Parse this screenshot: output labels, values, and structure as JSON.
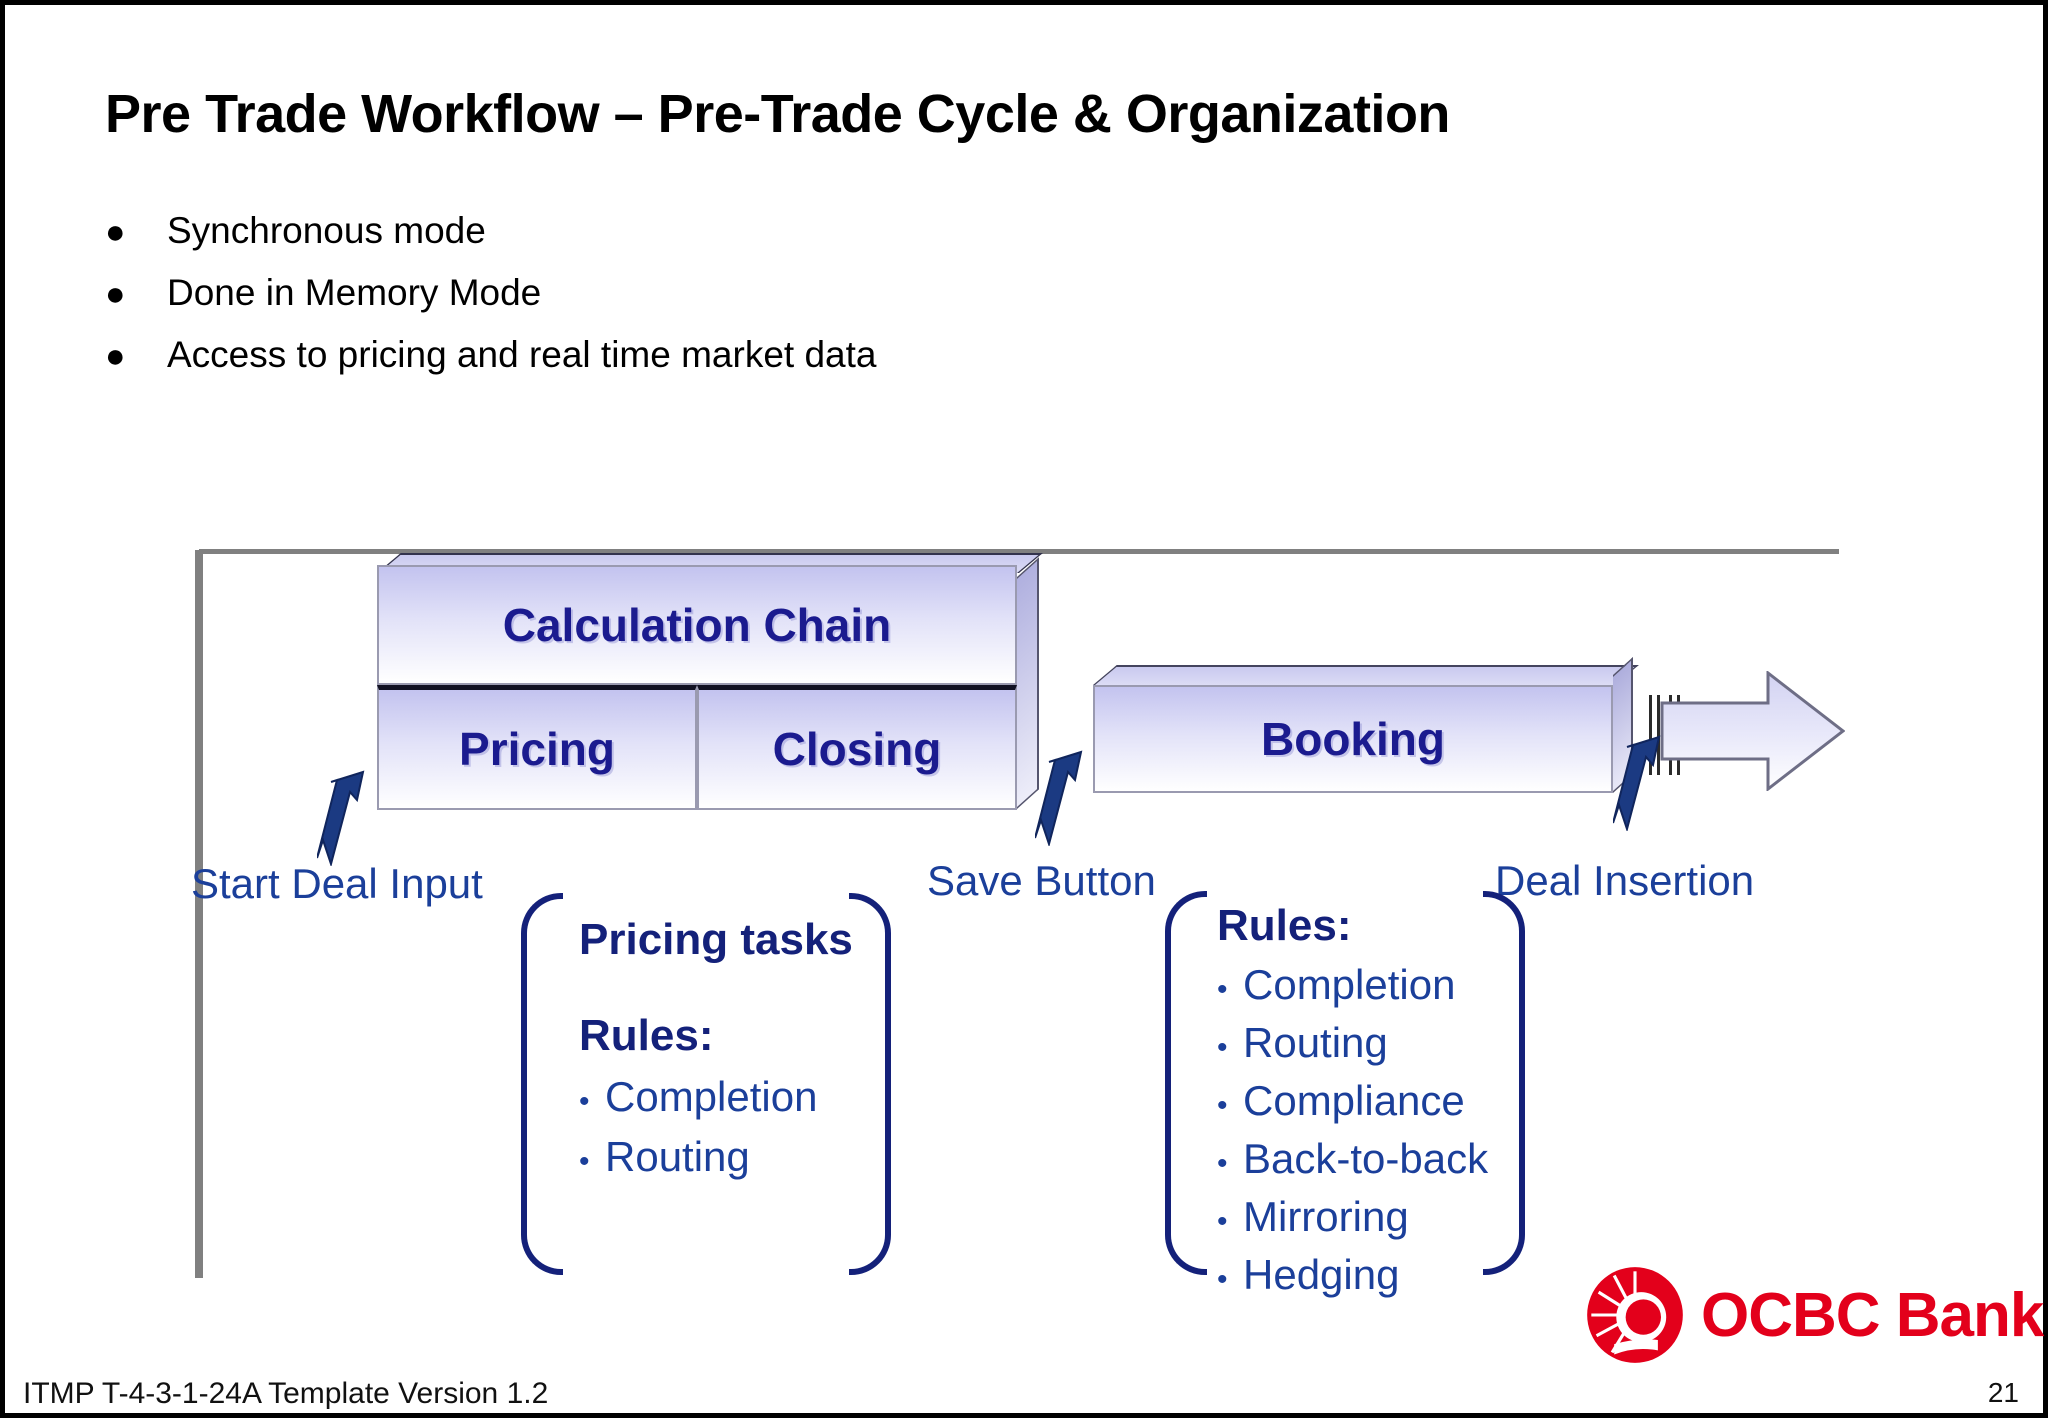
{
  "slide": {
    "title": "Pre Trade Workflow – Pre-Trade Cycle & Organization",
    "bullets": [
      "Synchronous mode",
      "Done in Memory Mode",
      "Access to pricing and real time market data"
    ],
    "footer_note": "ITMP T-4-3-1-24A Template Version 1.2",
    "page_number": "21"
  },
  "diagram": {
    "blocks": {
      "calculation_chain": "Calculation Chain",
      "pricing": "Pricing",
      "closing": "Closing",
      "booking": "Booking"
    },
    "stage_labels": {
      "start": "Start Deal Input",
      "save": "Save Button",
      "deal": "Deal Insertion"
    },
    "pricing_group": {
      "heading": "Pricing tasks",
      "rules_heading": "Rules:",
      "rules": [
        "Completion",
        "Routing"
      ],
      "bullet_char": "•"
    },
    "booking_group": {
      "rules_heading": "Rules:",
      "rules": [
        "Completion",
        "Routing",
        "Compliance",
        "Back-to-back",
        "Mirroring",
        "Hedging"
      ],
      "bullet_char": "•"
    }
  },
  "logo": {
    "text": "OCBC Bank",
    "color": "#e3001b"
  },
  "colors": {
    "block_text": "#1b1b8f",
    "label_text": "#1b3f9a",
    "bracket": "#14217a",
    "block_gradient_top": "#c3c3ef",
    "block_gradient_bottom": "#ffffff",
    "frame_line": "#808080",
    "arrow_navy": "#1b3a82"
  }
}
